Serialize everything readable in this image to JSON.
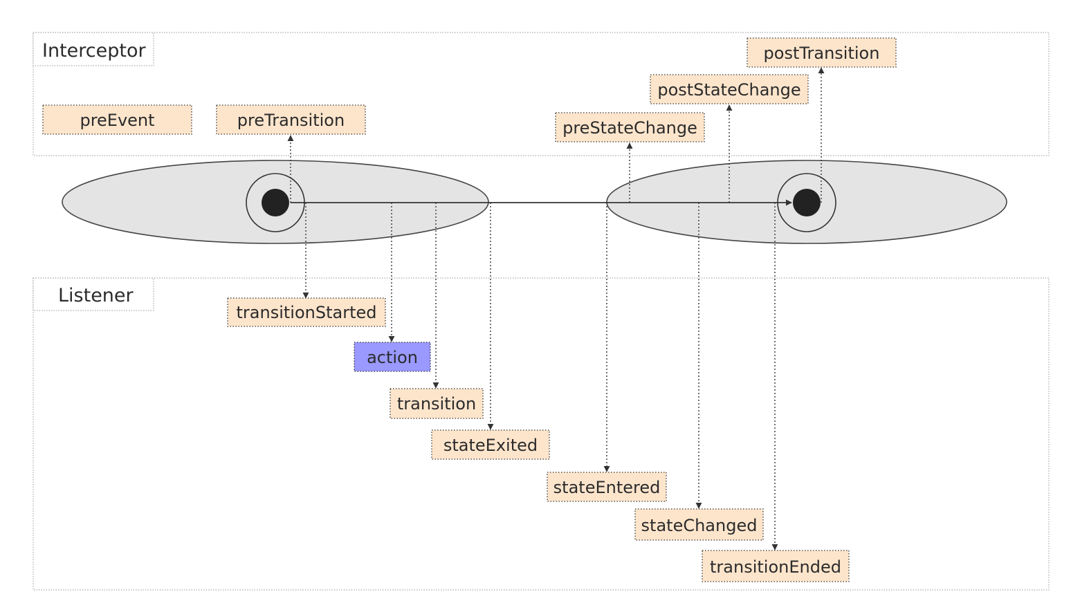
{
  "groups": {
    "interceptor": {
      "label": "Interceptor"
    },
    "listener": {
      "label": "Listener"
    }
  },
  "states": {
    "source": {
      "kind": "state"
    },
    "target": {
      "kind": "state"
    }
  },
  "interceptor_hooks": {
    "pre_event": "preEvent",
    "pre_transition": "preTransition",
    "pre_state_change": "preStateChange",
    "post_state_change": "postStateChange",
    "post_transition": "postTransition"
  },
  "listener_events": {
    "transition_started": "transitionStarted",
    "action": "action",
    "transition": "transition",
    "state_exited": "stateExited",
    "state_entered": "stateEntered",
    "state_changed": "stateChanged",
    "transition_ended": "transitionEnded"
  },
  "colors": {
    "hook_fill": "#fde5cc",
    "action_fill": "#9999ff",
    "state_fill": "#e4e4e4"
  }
}
